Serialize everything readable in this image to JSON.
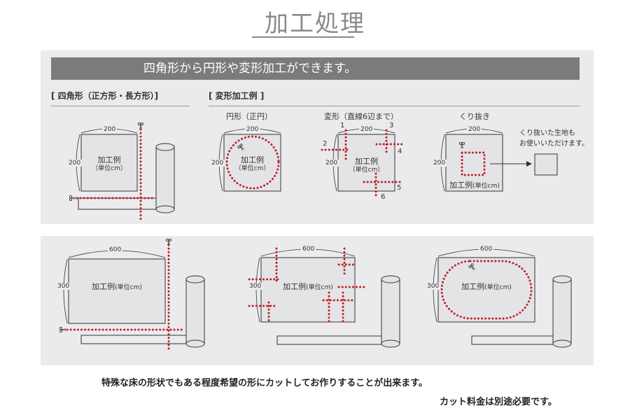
{
  "page": {
    "title": "加工処理",
    "banner": "四角形から円形や変形加工ができます。",
    "section_left": "[ 四角形（正方形・長方形）]",
    "section_right": "[ 変形加工例 ]",
    "sub_circle": "円形（正円）",
    "sub_irregular": "変形（直線6辺まで）",
    "sub_cutout": "くり抜き",
    "cutout_note_line1": "くり抜いた生地も",
    "cutout_note_line2": "お使いいただけます。",
    "footer_line1": "特殊な床の形状でもある程度希望の形にカットしてお作りすることが出来ます。",
    "footer_line2": "カット料金は別途必要です。"
  },
  "labels": {
    "w200": "200",
    "h200": "200",
    "w600": "600",
    "h300": "300",
    "example": "加工例",
    "unit_paren": "（単位cm）",
    "unit_inline": "(単位cm)",
    "example_inline": "加工例",
    "n1": "1",
    "n2": "2",
    "n3": "3",
    "n4": "4",
    "n5": "5",
    "n6": "6"
  },
  "colors": {
    "cut_dots": "#c0222a",
    "panel": "#ebebed",
    "banner": "#7b7b7b",
    "title": "#8a8a8a"
  }
}
